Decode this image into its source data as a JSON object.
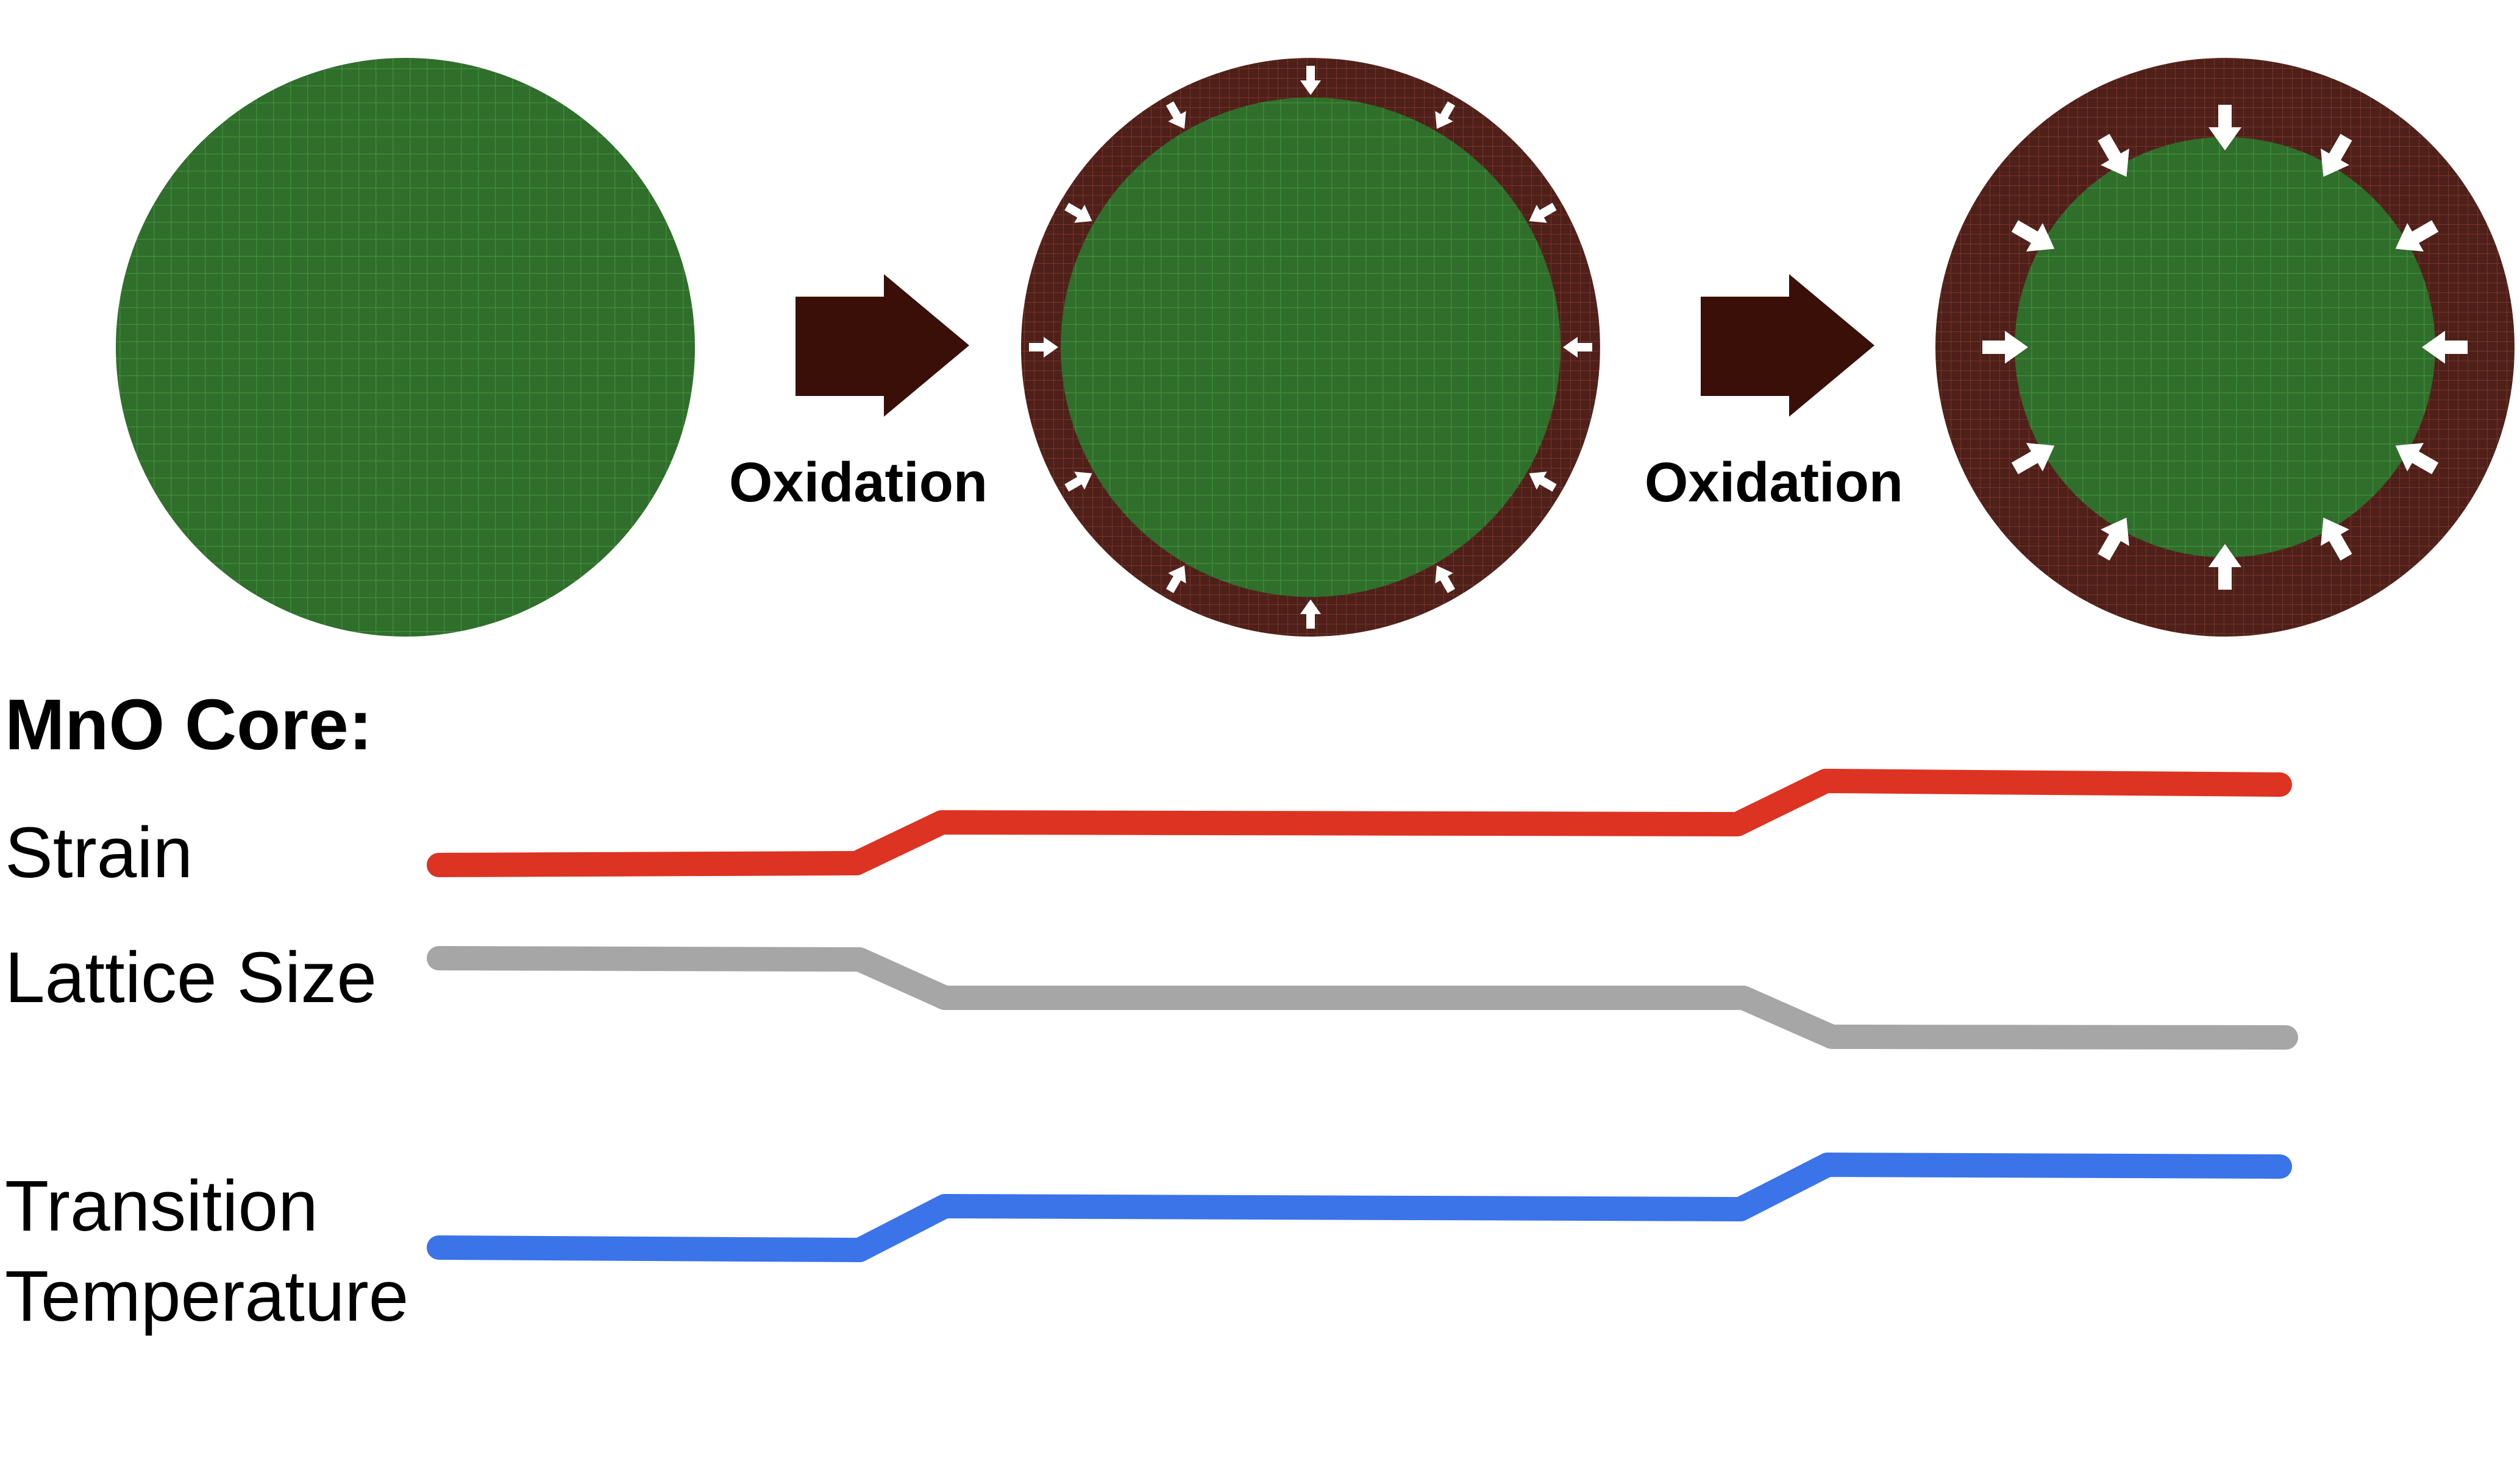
{
  "title": "MnO Core:",
  "step_labels": [
    "Oxidation",
    "Oxidation"
  ],
  "stages": [
    {
      "name": "core-only",
      "shell": false,
      "arrows": 0
    },
    {
      "name": "thin-shell",
      "shell": true,
      "arrows": 12,
      "arrow_size": "small"
    },
    {
      "name": "thick-shell",
      "shell": true,
      "arrows": 12,
      "arrow_size": "large"
    }
  ],
  "trends": [
    {
      "label": "Strain",
      "direction": "increase",
      "color": "#dd3322"
    },
    {
      "label": "Lattice Size",
      "direction": "decrease",
      "color": "#a6a6a6"
    },
    {
      "label": "Transition Temperature",
      "label_lines": [
        "Transition",
        "Temperature"
      ],
      "direction": "increase",
      "color": "#3b73e8"
    }
  ],
  "colors": {
    "core": "#2f6e2b",
    "shell": "#4f2019",
    "step_arrow": "#3a0f07",
    "compression_arrow": "#ffffff"
  }
}
